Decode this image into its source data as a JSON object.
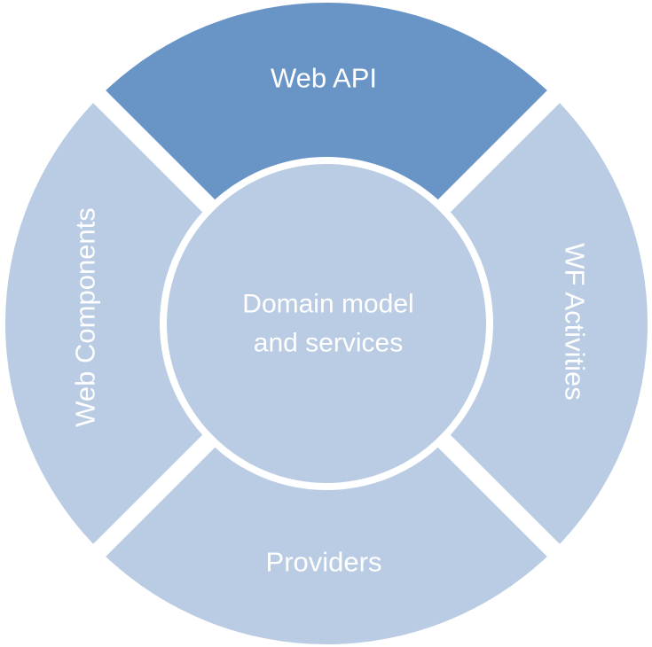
{
  "diagram": {
    "core": {
      "line1": "Domain model",
      "line2": "and services",
      "color": "#b9cce4"
    },
    "segments": {
      "top": {
        "label": "Web API",
        "color": "#6994c6"
      },
      "right": {
        "label": "WF Activities",
        "color": "#b9cce4"
      },
      "bottom": {
        "label": "Providers",
        "color": "#b9cce4"
      },
      "left": {
        "label": "Web Components",
        "color": "#b9cce4"
      }
    },
    "ring_gap_color": "#ffffff"
  }
}
